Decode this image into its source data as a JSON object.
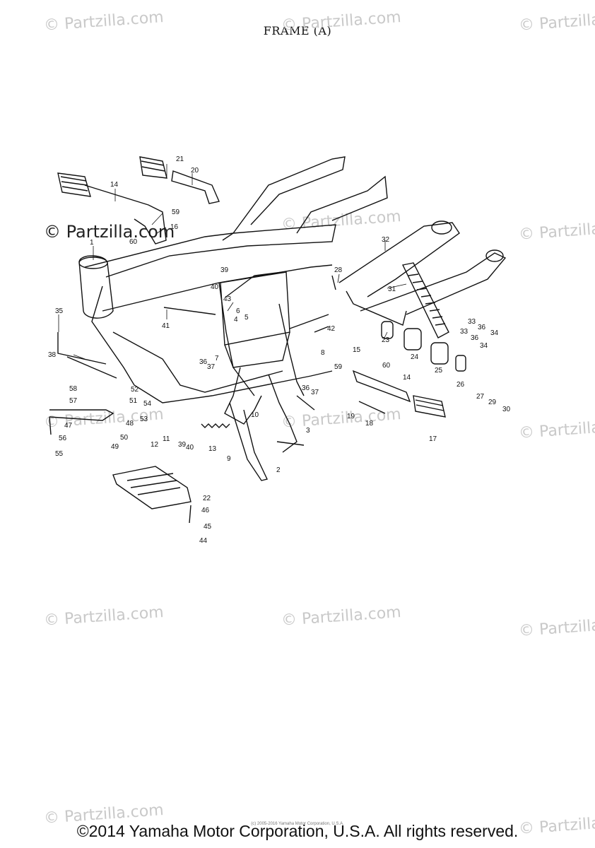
{
  "title": "FRAME (A)",
  "watermark": "© Partzilla.com",
  "watermark_dark": "© Partzilla.com",
  "footer": "©2014 Yamaha Motor Corporation, U.S.A. All rights reserved.",
  "small_copyright": "(c) 2005-2016 Yamaha Motor Corporation, U.S.A.",
  "callouts": [
    "1",
    "2",
    "3",
    "4",
    "5",
    "6",
    "7",
    "8",
    "9",
    "10",
    "11",
    "12",
    "13",
    "14",
    "14",
    "15",
    "16",
    "17",
    "18",
    "19",
    "20",
    "21",
    "22",
    "23",
    "24",
    "25",
    "26",
    "27",
    "28",
    "29",
    "30",
    "31",
    "32",
    "33",
    "33",
    "34",
    "34",
    "35",
    "36",
    "36",
    "36",
    "36",
    "37",
    "37",
    "38",
    "39",
    "39",
    "40",
    "40",
    "41",
    "42",
    "43",
    "44",
    "45",
    "46",
    "47",
    "48",
    "49",
    "50",
    "51",
    "52",
    "53",
    "54",
    "55",
    "56",
    "57",
    "58",
    "59",
    "59",
    "60",
    "60"
  ]
}
